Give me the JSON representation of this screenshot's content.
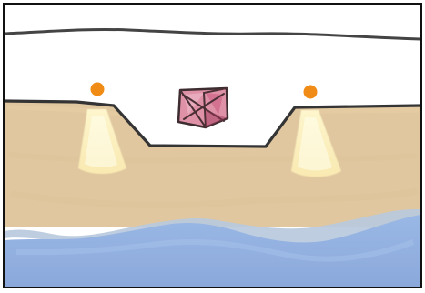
{
  "scene": {
    "type": "hand-drawn game level",
    "colors": {
      "frame": "#111111",
      "sky": "#ffffff",
      "ground": "#dfc69d",
      "groundEdge": "#343434",
      "water": "#8faedd",
      "waterFoam": "#b8c9dd",
      "lampOrb": "#f08c16",
      "lampLight": "#fff4c0",
      "lampLightCore": "#ffffef",
      "gem": "#df91a8",
      "gemShade": "#9e3454",
      "gemOutline": "#3d2d30"
    },
    "objects": {
      "leftLamp": "light-orb",
      "rightLamp": "light-orb",
      "centerItem": "gem-crate"
    }
  }
}
